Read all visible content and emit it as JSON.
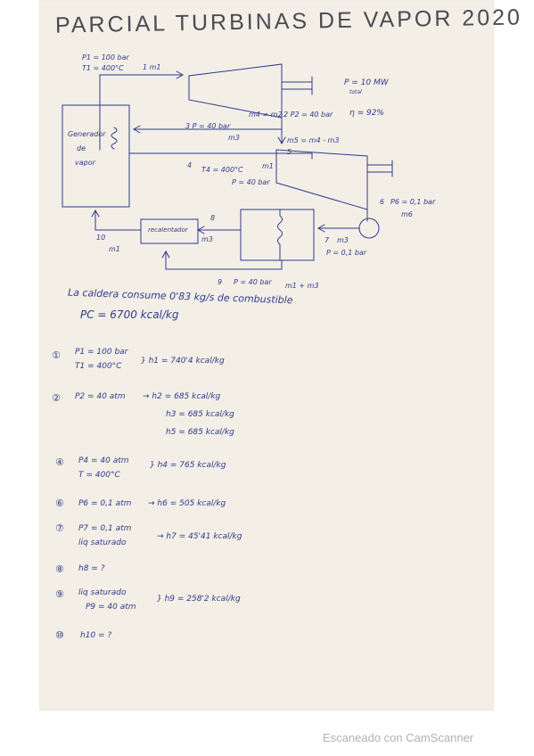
{
  "title": "PARCIAL TURBINAS DE VAPOR 2020",
  "diagram": {
    "p1": "P1 = 100 bar",
    "t1": "T1 = 400°C",
    "flow1": "1  m1",
    "ptotal": "P = 10 MW",
    "ptotal_sub": "total",
    "eta": "η = 92%",
    "m4_eq": "m4 = m2",
    "p2": "2 P2 = 40 bar",
    "p3": "3  P = 40 bar",
    "m3": "m3",
    "m5_eq": "m5 = m4 - m3",
    "pt5": "5",
    "boiler": [
      "Generador",
      "de",
      "vapor"
    ],
    "pt4": "4",
    "t4": "T4 = 400°C",
    "m1_4": "m1",
    "p4": "P = 40 bar",
    "pt6": "6",
    "p6": "P6 = 0,1 bar",
    "m6": "m6",
    "pt8": "8",
    "reheater": "recalentador",
    "m3b": "m3",
    "pt10": "10",
    "m10": "m1",
    "pt7": "7",
    "m7": "m3",
    "p7": "P = 0,1 bar",
    "pt9": "9",
    "p9": "P = 40 bar",
    "m9": "m1 + m3"
  },
  "notes": {
    "line1": "La caldera consume 0'83 kg/s de combustible",
    "line2": "PC = 6700 kcal/kg"
  },
  "items": [
    {
      "mark": "①",
      "lines": [
        "P1 = 100 bar",
        "T1 = 400°C"
      ],
      "result": "} h1 = 740'4 kcal/kg"
    },
    {
      "mark": "②",
      "lines": [
        "P2 = 40 atm"
      ],
      "result": "→  h2 = 685 kcal/kg"
    },
    {
      "mark": "",
      "lines": [],
      "result": "h3 = 685 kcal/kg"
    },
    {
      "mark": "",
      "lines": [],
      "result": "h5 = 685 kcal/kg"
    },
    {
      "mark": "④",
      "lines": [
        "P4 = 40 atm",
        "T = 400°C"
      ],
      "result": "} h4 = 765 kcal/kg"
    },
    {
      "mark": "⑥",
      "lines": [
        "P6 = 0,1 atm"
      ],
      "result": "→  h6 = 505 kcal/kg"
    },
    {
      "mark": "⑦",
      "lines": [
        "P7 = 0,1 atm",
        "liq saturado"
      ],
      "result": "→  h7 = 45'41 kcal/kg"
    },
    {
      "mark": "⑧",
      "lines": [
        "h8 = ?"
      ],
      "result": ""
    },
    {
      "mark": "⑨",
      "lines": [
        "liq saturado",
        "P9 = 40 atm"
      ],
      "result": "} h9 = 258'2 kcal/kg"
    },
    {
      "mark": "⑩",
      "lines": [
        "h10 = ?"
      ],
      "result": ""
    }
  ],
  "footer": "Escaneado con CamScanner"
}
